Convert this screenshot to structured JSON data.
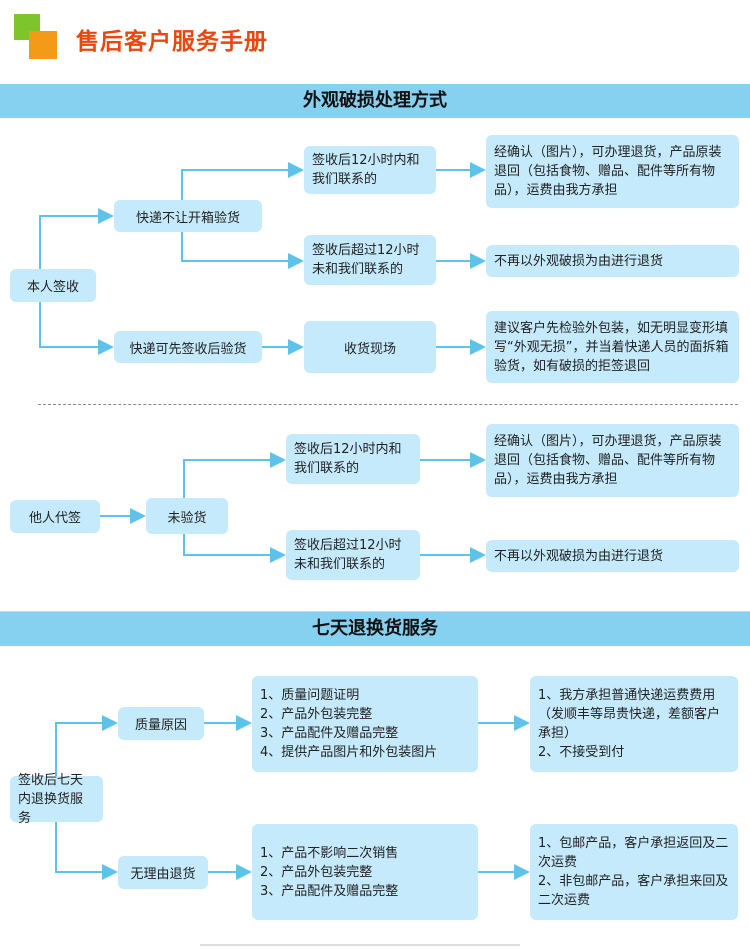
{
  "header": {
    "title": "售后客户服务手册"
  },
  "section1": {
    "banner": "外观破损处理方式",
    "self_sign": "本人签收",
    "no_open": "快递不让开箱验货",
    "sign_first": "快递可先签收后验货",
    "within12": "签收后12小时内和我们联系的",
    "over12": "签收后超过12小时未和我们联系的",
    "on_site": "收货现场",
    "result_refund": "经确认（图片），可办理退货，产品原装退回（包括食物、赠品、配件等所有物品），运费由我方承担",
    "result_no": "不再以外观破损为由进行退货",
    "result_advice": "建议客户先检验外包装，如无明显变形填写“外观无损”，并当着快递人员的面拆箱验货，如有破损的拒签退回"
  },
  "section2": {
    "other_sign": "他人代签",
    "not_inspected": "未验货",
    "within12": "签收后12小时内和我们联系的",
    "over12": "签收后超过12小时未和我们联系的",
    "result_refund": "经确认（图片），可办理退货，产品原装退回（包括食物、赠品、配件等所有物品），运费由我方承担",
    "result_no": "不再以外观破损为由进行退货"
  },
  "section3": {
    "banner": "七天退换货服务",
    "root": "签收后七天内退换货服务",
    "quality": "质量原因",
    "no_reason": "无理由退货",
    "quality_reqs": "1、质量问题证明\n2、产品外包装完整\n3、产品配件及赠品完整\n4、提供产品图片和外包装图片",
    "quality_result": "1、我方承担普通快递运费费用（发顺丰等昂贵快递，差额客户承担）\n2、不接受到付",
    "noreason_reqs": "1、产品不影响二次销售\n2、产品外包装完整\n3、产品配件及赠品完整",
    "noreason_result": "1、包邮产品，客户承担返回及二次运费\n2、非包邮产品，客户承担来回及二次运费"
  },
  "colors": {
    "box": "#c5eafb",
    "banner": "#86d1f0",
    "line": "#5ec3ea",
    "title": "#e8470e"
  }
}
